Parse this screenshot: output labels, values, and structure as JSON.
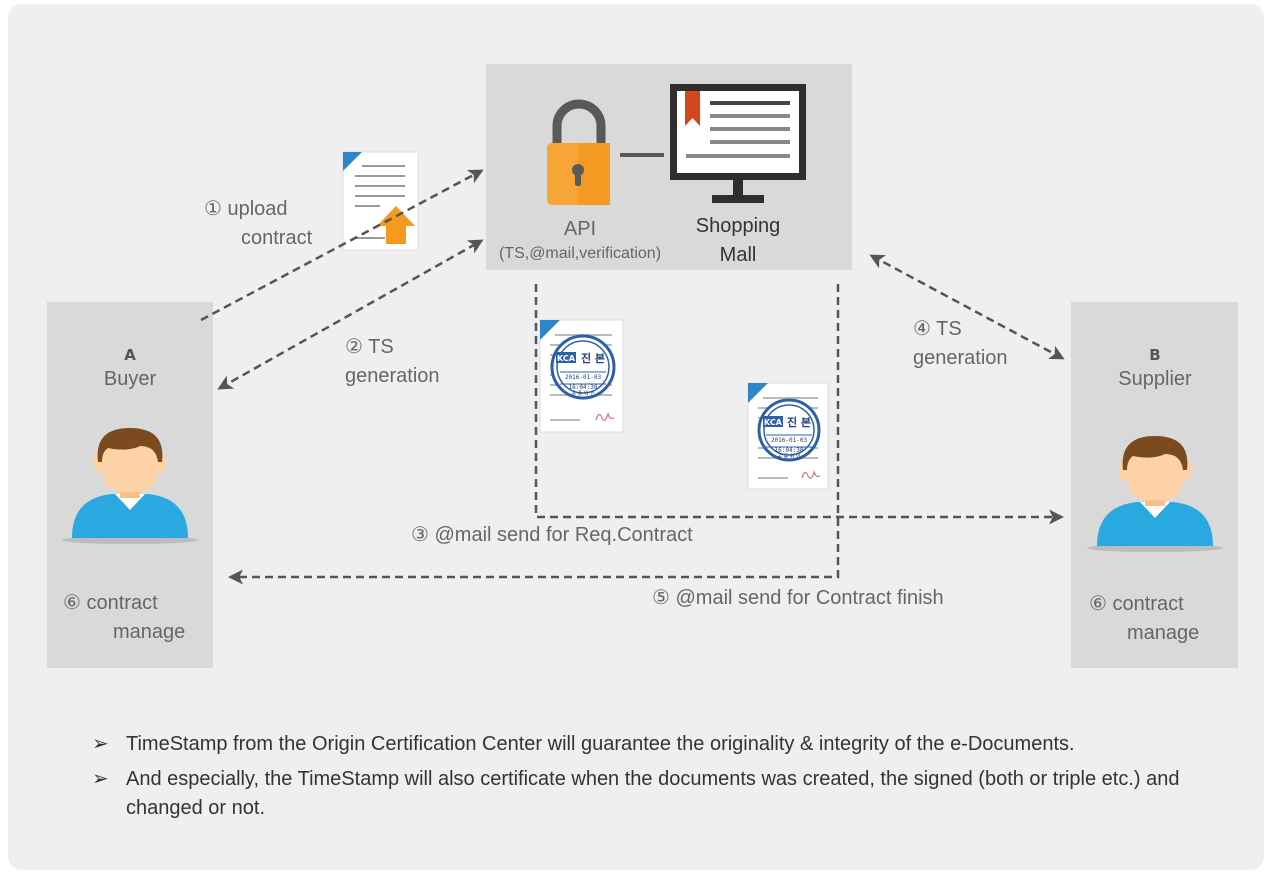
{
  "server": {
    "api_label": "API",
    "api_sub": "(TS,@mail,verification)",
    "mall_label_1": "Shopping",
    "mall_label_2": "Mall"
  },
  "buyer": {
    "letter": "A",
    "name": "Buyer",
    "manage_1": "⑥ contract",
    "manage_2": "manage"
  },
  "supplier": {
    "letter": "B",
    "name": "Supplier",
    "manage_1": "⑥ contract",
    "manage_2": "manage"
  },
  "steps": {
    "s1_a": "① upload",
    "s1_b": "contract",
    "s2_a": "② TS",
    "s2_b": "generation",
    "s3": "③ @mail send for Req.Contract",
    "s4_a": "④ TS",
    "s4_b": "generation",
    "s5": "⑤ @mail send for Contract finish"
  },
  "stamp": {
    "logo": "KCA",
    "title": "진 본",
    "date": "2016-01-03",
    "time": "16:04:30",
    "bottom": "공 증 위 인"
  },
  "notes": {
    "marker": "➢",
    "note_1": "TimeStamp from the Origin Certification Center will guarantee the originality & integrity of the e-Documents.",
    "note_2": "And especially, the TimeStamp will also certificate when the documents was created, the signed (both or triple etc.) and changed or not."
  },
  "colors": {
    "background": "#efefef",
    "box": "#d9d9d9",
    "arrow": "#555555",
    "lock_orange": "#f7a537",
    "upload_orange": "#f39a1f",
    "doc_blue": "#2e86c8",
    "person_shirt": "#29a9e0",
    "person_hair": "#7b4a1e",
    "person_skin": "#fcd2a6",
    "bookmark_red": "#d3461e"
  }
}
